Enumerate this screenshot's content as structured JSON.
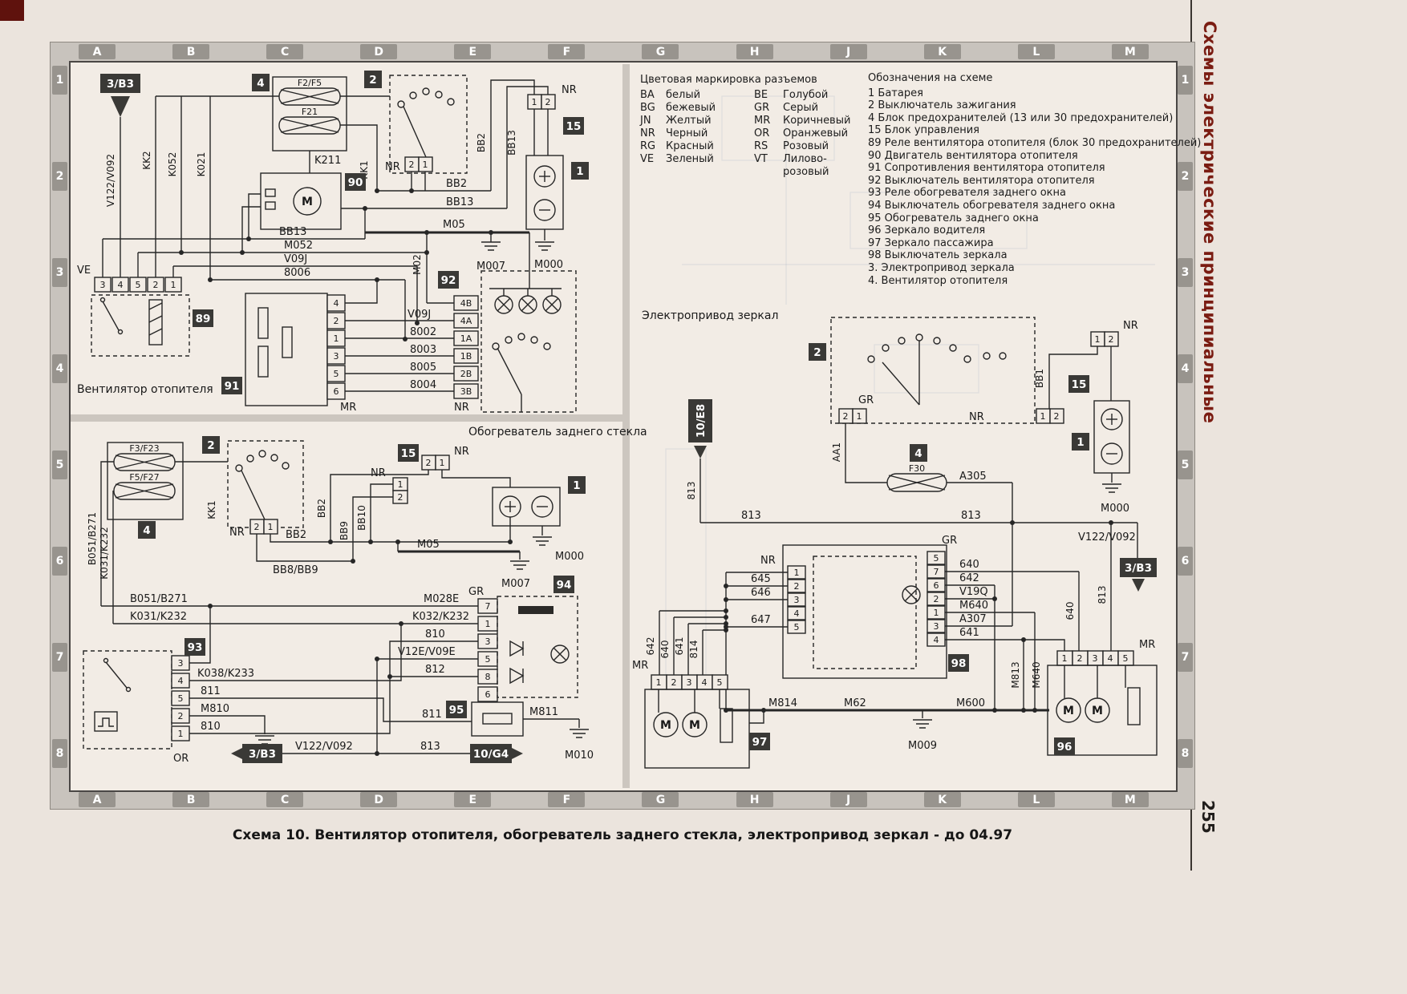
{
  "page": {
    "sidebar_title": "Схемы электрические принципиальные",
    "page_number": "255",
    "caption": "Схема 10. Вентилятор отопителя, обогреватель заднего стекла, электропривод зеркал - до 04.97"
  },
  "grid": {
    "columns": [
      "A",
      "B",
      "C",
      "D",
      "E",
      "F",
      "G",
      "H",
      "J",
      "K",
      "L",
      "M"
    ],
    "rows": [
      "1",
      "2",
      "3",
      "4",
      "5",
      "6",
      "7",
      "8"
    ]
  },
  "legend_colors": {
    "title": "Цветовая маркировка разъемов",
    "items": [
      {
        "c1": "BA",
        "n1": "белый",
        "c2": "BE",
        "n2": "Голубой"
      },
      {
        "c1": "BG",
        "n1": "бежевый",
        "c2": "GR",
        "n2": "Серый"
      },
      {
        "c1": "JN",
        "n1": "Желтый",
        "c2": "MR",
        "n2": "Коричневый"
      },
      {
        "c1": "NR",
        "n1": "Черный",
        "c2": "OR",
        "n2": "Оранжевый"
      },
      {
        "c1": "RG",
        "n1": "Красный",
        "c2": "RS",
        "n2": "Розовый"
      },
      {
        "c1": "VE",
        "n1": "Зеленый",
        "c2": "VT",
        "n2": "Лилово-розовый"
      }
    ]
  },
  "legend_designations": {
    "title": "Обозначения на схеме",
    "items": [
      "1 Батарея",
      "2 Выключатель зажигания",
      "4 Блок предохранителей (13 или 30 предохранителей)",
      "15 Блок управления",
      "89 Реле вентилятора отопителя (блок 30 предохранителей)",
      "90 Двигатель вентилятора отопителя",
      "91 Сопротивления вентилятора отопителя",
      "92 Выключатель вентилятора отопителя",
      "93 Реле обогревателя заднего окна",
      "94 Выключатель обогревателя заднего окна",
      "95 Обогреватель заднего окна",
      "96 Зеркало водителя",
      "97 Зеркало пассажира",
      "98 Выключатель зеркала",
      "3. Электропривод зеркала",
      "4. Вентилятор отопителя"
    ]
  },
  "sections": {
    "heater_fan": "Вентилятор отопителя",
    "rear_window": "Обогреватель заднего стекла",
    "mirrors": "Электропривод зеркал"
  },
  "w": {
    "b3": "3/B3",
    "g4": "10/G4",
    "e8": "10/E8",
    "v122": "V122/V092",
    "kk2": "KK2",
    "k052": "K052",
    "k021": "K021",
    "kk1": "KK1",
    "k211": "K211",
    "f2f5": "F2/F5",
    "f21": "F21",
    "f3f23": "F3/F23",
    "f5f27": "F5/F27",
    "f30": "F30",
    "bb1": "BB1",
    "bb2": "BB2",
    "bb9": "BB9",
    "bb10": "BB10",
    "bb13": "BB13",
    "bb8bb9": "BB8/BB9",
    "m05": "M05",
    "m052": "M052",
    "v09j": "V09J",
    "n8006": "8006",
    "n8002": "8002",
    "n8003": "8003",
    "n8005": "8005",
    "n8004": "8004",
    "m007": "M007",
    "m000": "M000",
    "m02": "M02",
    "m010": "M010",
    "m009": "M009",
    "ve": "VE",
    "mr": "MR",
    "nr": "NR",
    "gr": "GR",
    "or": "OR",
    "aa1": "AA1",
    "b051": "B051/B271",
    "k031": "K031/K232",
    "k038": "K038/K233",
    "k032": "K032/K232",
    "n810": "810",
    "n811": "811",
    "n812": "812",
    "n813": "813",
    "n814": "814",
    "m810": "M810",
    "m811": "M811",
    "m813": "M813",
    "m814": "M814",
    "m640": "M640",
    "m62": "M62",
    "m600": "M600",
    "m028e": "M028E",
    "v12e": "V12E/V09E",
    "v19q": "V19Q",
    "n640": "640",
    "n641": "641",
    "n642": "642",
    "n645": "645",
    "n646": "646",
    "n647": "647",
    "a305": "A305",
    "a307": "A307",
    "p4b": "4B",
    "p4a": "4A",
    "p1a": "1A",
    "p1b": "1B",
    "p2b": "2B",
    "p3b": "3B",
    "p1": "1",
    "p2": "2",
    "p3": "3",
    "p4": "4",
    "p5": "5",
    "p6": "6",
    "p7": "7",
    "p8": "8",
    "mm": "M",
    "c1": "1",
    "c2": "2",
    "c4": "4",
    "c15": "15",
    "c89": "89",
    "c90": "90",
    "c91": "91",
    "c92": "92",
    "c93": "93",
    "c94": "94",
    "c95": "95",
    "c96": "96",
    "c97": "97",
    "c98": "98"
  }
}
